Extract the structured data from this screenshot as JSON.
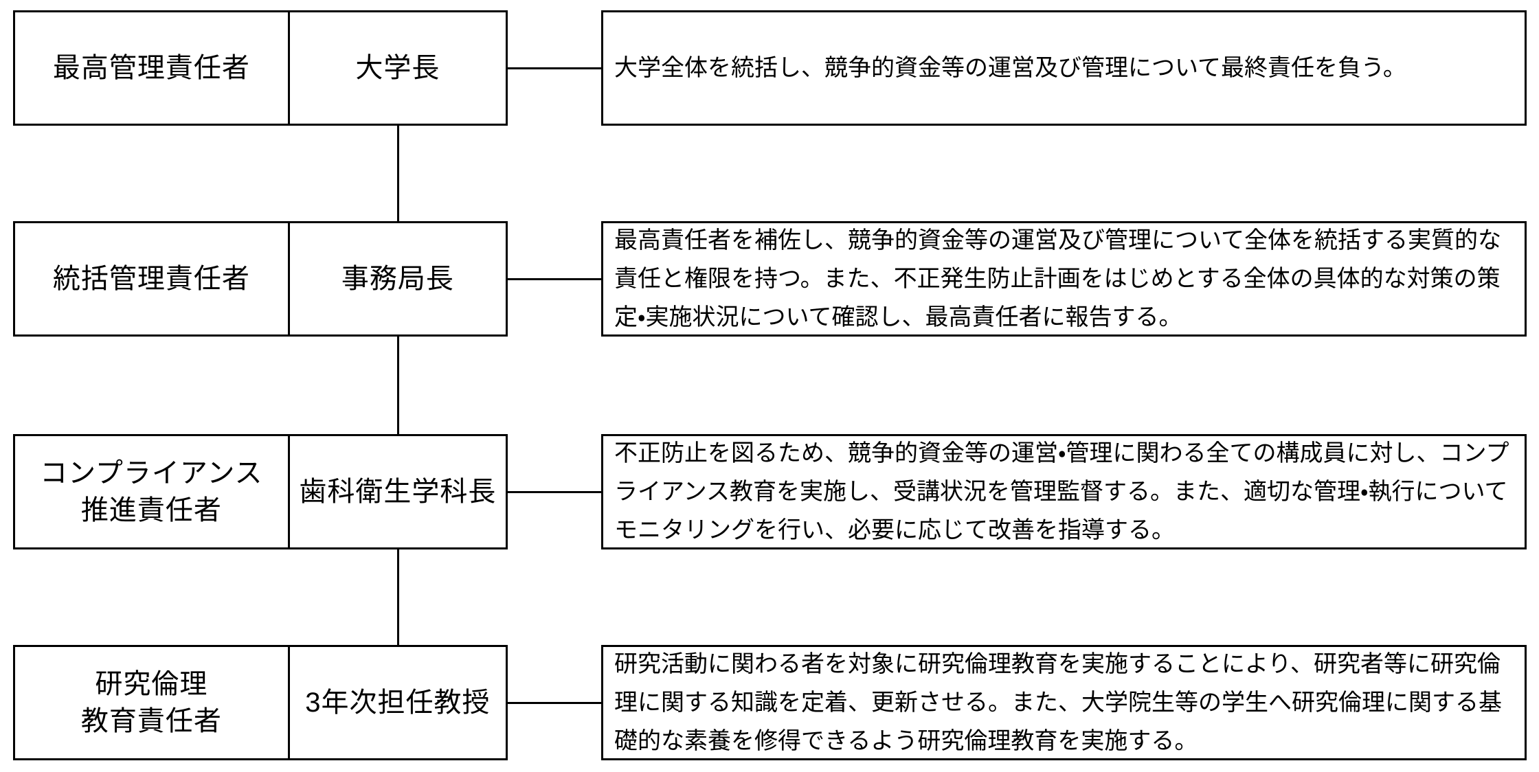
{
  "diagram": {
    "type": "org-chart",
    "language": "ja",
    "background_color": "#ffffff",
    "line_color": "#000000",
    "text_color": "#000000"
  },
  "rows": [
    {
      "role_lines": [
        "最高管理責任者"
      ],
      "position": "大学長",
      "description": "大学全体を統括し、競争的資金等の運営及び管理について最終責任を負う。"
    },
    {
      "role_lines": [
        "統括管理責任者"
      ],
      "position": "事務局長",
      "description": "最高責任者を補佐し、競争的資金等の運営及び管理について全体を統括する実質的な責任と権限を持つ。また、不正発生防止計画をはじめとする全体の具体的な対策の策定・実施状況について確認し、最高責任者に報告する。"
    },
    {
      "role_lines": [
        "コンプライアンス",
        "推進責任者"
      ],
      "position": "歯科衛生学科長",
      "description": "不正防止を図るため、競争的資金等の運営・管理に関わる全ての構成員に対し、コンプライアンス教育を実施し、受講状況を管理監督する。また、適切な管理・執行についてモニタリングを行い、必要に応じて改善を指導する。"
    },
    {
      "role_lines": [
        "研究倫理",
        "教育責任者"
      ],
      "position": "3年次担任教授",
      "description": "研究活動に関わる者を対象に研究倫理教育を実施することにより、研究者等に研究倫理に関する知識を定着、更新させる。また、大学院生等の学生へ研究倫理に関する基礎的な素養を修得できるよう研究倫理教育を実施する。"
    }
  ]
}
